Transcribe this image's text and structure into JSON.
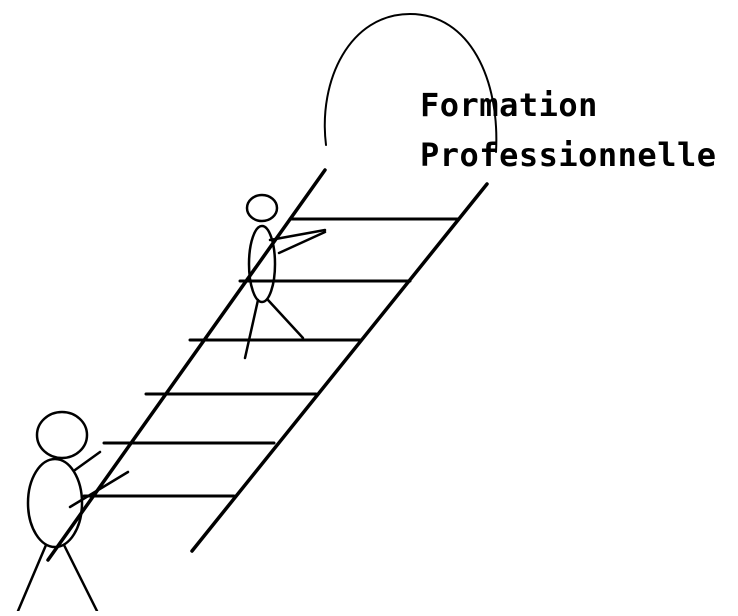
{
  "caption": {
    "line1": "Formation",
    "line2": "Professionnelle"
  },
  "colors": {
    "ink": "#000000",
    "paper": "#ffffff"
  },
  "figures": [
    {
      "name": "climbing-figure",
      "position": "on ladder"
    },
    {
      "name": "standing-figure",
      "position": "bottom-left"
    }
  ],
  "ladder": {
    "rungs": 6
  }
}
